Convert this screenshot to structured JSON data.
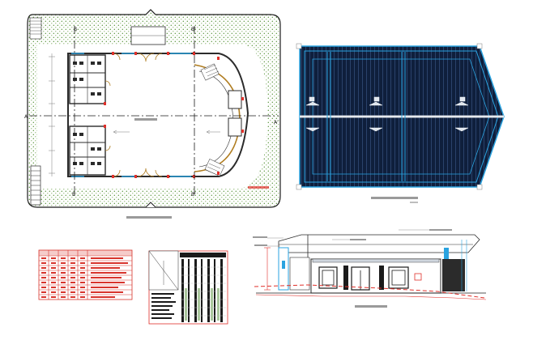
{
  "drawing": {
    "section_markers": {
      "top_left": "B",
      "top_right": "B'",
      "bottom_left": "B",
      "bottom_right": "B'",
      "left": "A",
      "right": "A'"
    }
  },
  "colors": {
    "background": "#ffffff",
    "wall": "#2b2b2b",
    "landscape": "#4a8a2a",
    "roof_fill": "#0f1f3c",
    "roof_outline": "#2aa3e0",
    "accent_red": "#e0302a",
    "table_red": "#d8342c",
    "legend_green": "#a9c79b",
    "door_brown": "#b07d20"
  }
}
